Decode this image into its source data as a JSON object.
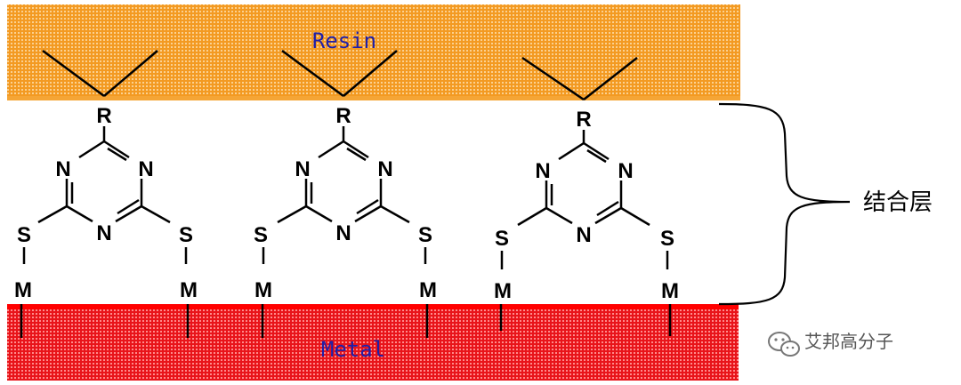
{
  "resin_layer": {
    "label": "Resin",
    "color": "#f5a535"
  },
  "metal_layer": {
    "label": "Metal",
    "color": "#ee1c1c",
    "edge_color": "#ff0000"
  },
  "bond_layer_label": "结合层",
  "watermark": {
    "text": "艾邦高分子",
    "icon": "wechat-icon"
  },
  "molecule": {
    "r_group": "R",
    "ring_nitrogen": "N",
    "sulfur": "S",
    "metal_atom": "M"
  },
  "molecule_count": 3
}
